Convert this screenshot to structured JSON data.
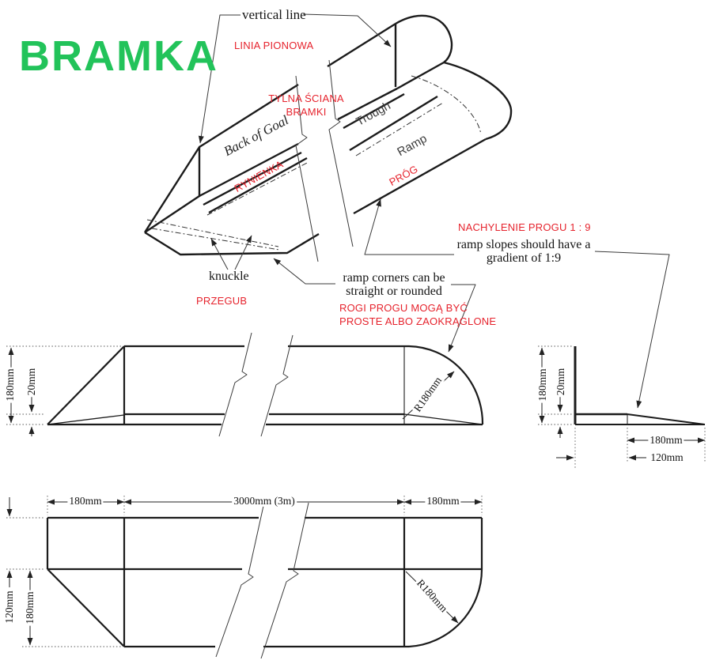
{
  "page": {
    "title": "BRAMKA"
  },
  "colors": {
    "accent_green": "#22c35a",
    "annotation_red": "#e6232d",
    "line": "#1b1b1b"
  },
  "iso_view": {
    "vertical_line_en": "vertical line",
    "vertical_line_pl": "LINIA PIONOWA",
    "back_wall_pl_1": "TYLNA ŚCIANA",
    "back_wall_pl_2": "BRAMKI",
    "back_of_goal_en": "Back of Goal",
    "trough_en": "Trough",
    "trough_pl": "RYNIENKA",
    "ramp_en": "Ramp",
    "ramp_pl": "PRÓG",
    "knuckle_en": "knuckle",
    "knuckle_pl": "PRZEGUB",
    "ramp_corners_en_1": "ramp corners can be",
    "ramp_corners_en_2": "straight or rounded",
    "ramp_corners_pl_1": "ROGI PROGU MOGĄ BYĆ",
    "ramp_corners_pl_2": "PROSTE ALBO ZAOKRĄGLONE",
    "gradient_pl": "NACHYLENIE PROGU 1 : 9",
    "gradient_en_1": "ramp slopes should have a",
    "gradient_en_2": "gradient of 1:9"
  },
  "side_view": {
    "height": "180mm",
    "lip_height": "20mm",
    "corner_radius": "R180mm"
  },
  "end_view": {
    "height": "180mm",
    "lip_height": "20mm",
    "ramp_depth": "180mm",
    "lip_depth": "120mm"
  },
  "plan_view": {
    "back_width": "180mm",
    "length": "3000mm (3m)",
    "ramp_width": "180mm",
    "front_depth": "120mm",
    "ramp_depth": "180mm",
    "corner_radius": "R180mm"
  }
}
